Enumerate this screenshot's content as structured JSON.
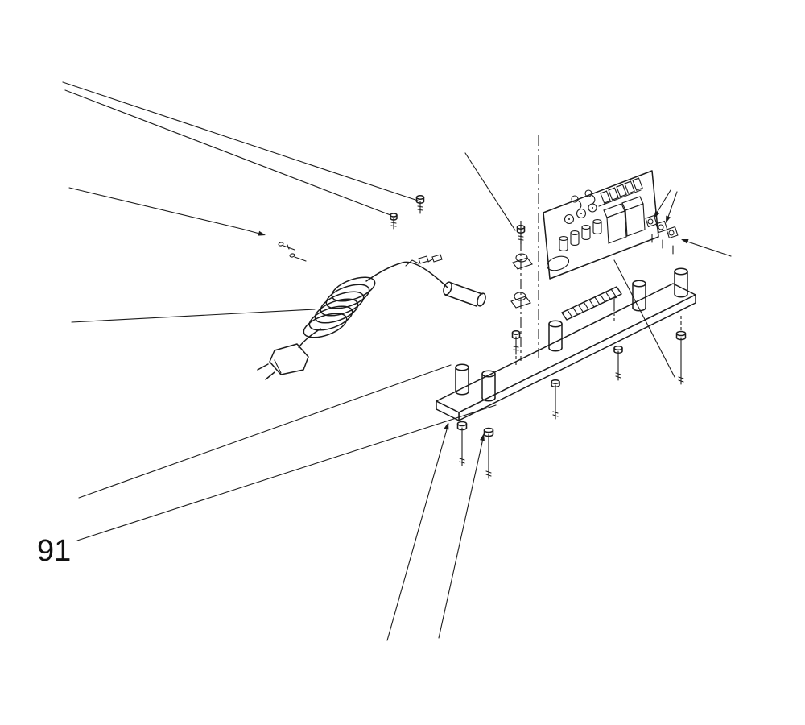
{
  "figure": {
    "label": "91",
    "background_color": "#ffffff",
    "line_color": "#1b1b1b",
    "kind": "exploded-parts-diagram"
  },
  "parts": [
    "power-plug",
    "coiled-power-cord",
    "cable-ferrule",
    "crimp-terminals",
    "cable-clamps",
    "clamp-screws",
    "circuit-board",
    "board-connector-row",
    "relays",
    "capacitors",
    "terminal-block",
    "pin-strip",
    "mounting-plate",
    "standoffs",
    "mounting-bolts",
    "leader-lines",
    "center-lines"
  ]
}
